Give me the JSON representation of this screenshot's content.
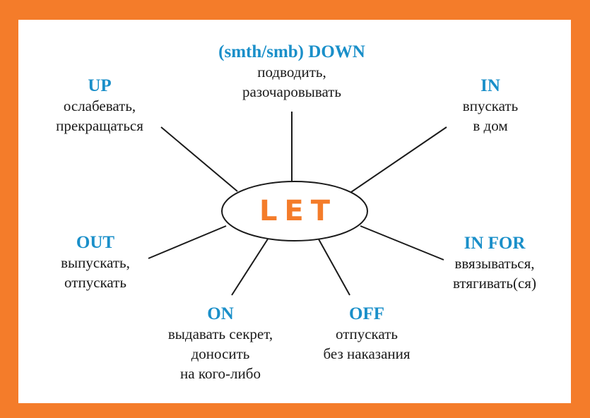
{
  "colors": {
    "frame": "#f47c2a",
    "title": "#1a8fc9",
    "center": "#f47c2a",
    "text": "#1a1a1a",
    "line": "#1a1a1a"
  },
  "center": {
    "label": "LET"
  },
  "branches": {
    "down": {
      "title": "(smth/smb) DOWN",
      "lines": [
        "подводить,",
        "разочаровывать"
      ]
    },
    "up": {
      "title": "UP",
      "lines": [
        "ослабевать,",
        "прекращаться"
      ]
    },
    "in": {
      "title": "IN",
      "lines": [
        "впускать",
        "в дом"
      ]
    },
    "out": {
      "title": "OUT",
      "lines": [
        "выпускать,",
        "отпускать"
      ]
    },
    "infor": {
      "title": "IN FOR",
      "lines": [
        "ввязываться,",
        "втягивать(ся)"
      ]
    },
    "on": {
      "title": "ON",
      "lines": [
        "выдавать секрет,",
        "доносить",
        "на кого-либо"
      ]
    },
    "off": {
      "title": "OFF",
      "lines": [
        "отпускать",
        "без наказания"
      ]
    }
  }
}
